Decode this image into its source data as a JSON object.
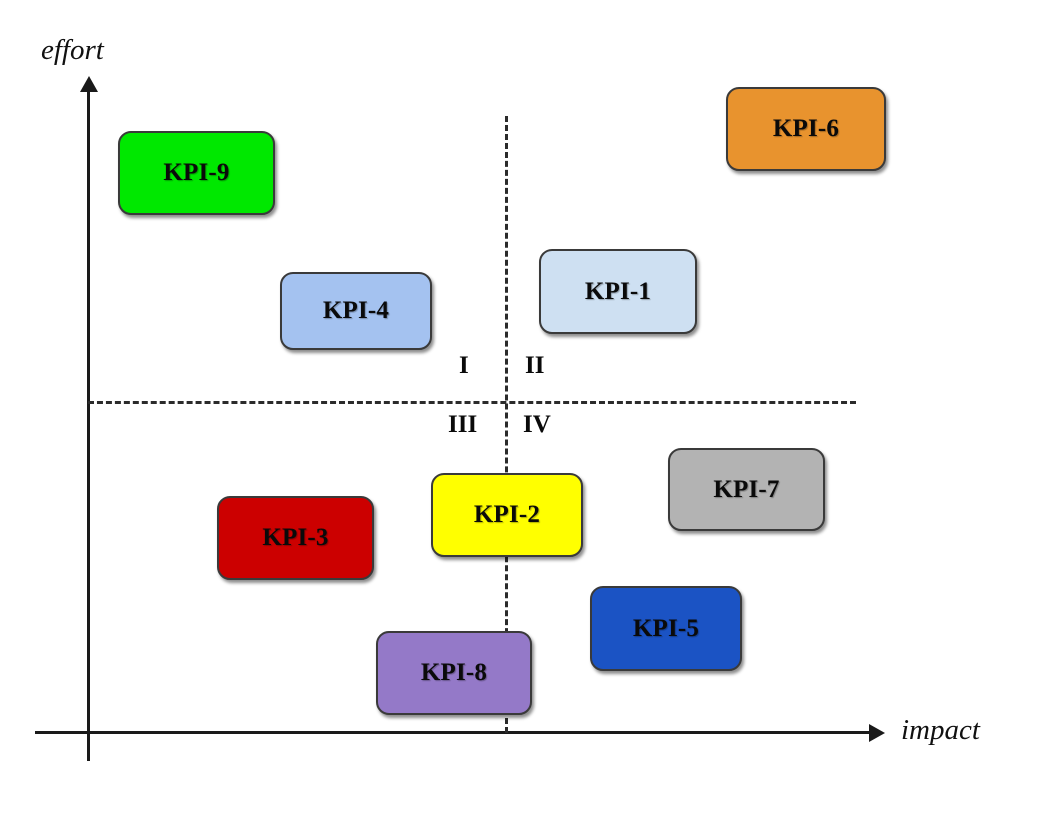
{
  "chart_data": {
    "type": "scatter",
    "title": "",
    "xlabel": "impact",
    "ylabel": "effort",
    "grid": false,
    "legend": "none",
    "axis_style": "arrow-axes with dashed quadrant crosshair",
    "quadrant_divider": {
      "x": "mid",
      "y": "mid"
    },
    "quadrants": [
      {
        "id": "I",
        "label": "I",
        "position": "upper-left"
      },
      {
        "id": "II",
        "label": "II",
        "position": "upper-right"
      },
      {
        "id": "III",
        "label": "III",
        "position": "lower-left"
      },
      {
        "id": "IV",
        "label": "IV",
        "position": "lower-right"
      }
    ],
    "categories": [
      "KPI-1",
      "KPI-2",
      "KPI-3",
      "KPI-4",
      "KPI-5",
      "KPI-6",
      "KPI-7",
      "KPI-8",
      "KPI-9"
    ],
    "points": [
      {
        "label": "KPI-9",
        "impact": "low",
        "effort": "very-high",
        "quadrant": "I",
        "color": "#00e800"
      },
      {
        "label": "KPI-4",
        "impact": "low-mid",
        "effort": "high",
        "quadrant": "I",
        "color": "#a4c2f0"
      },
      {
        "label": "KPI-6",
        "impact": "very-high",
        "effort": "very-high",
        "quadrant": "II",
        "color": "#e8932e"
      },
      {
        "label": "KPI-1",
        "impact": "mid-high",
        "effort": "high",
        "quadrant": "II",
        "color": "#cee0f2"
      },
      {
        "label": "KPI-3",
        "impact": "low",
        "effort": "low-mid",
        "quadrant": "III",
        "color": "#cc0000"
      },
      {
        "label": "KPI-2",
        "impact": "mid",
        "effort": "low-mid",
        "quadrant": "III",
        "color": "#ffff00"
      },
      {
        "label": "KPI-8",
        "impact": "mid",
        "effort": "very-low",
        "quadrant": "III",
        "color": "#9479c8"
      },
      {
        "label": "KPI-7",
        "impact": "high",
        "effort": "low-mid",
        "quadrant": "IV",
        "color": "#b3b3b3"
      },
      {
        "label": "KPI-5",
        "impact": "high",
        "effort": "low",
        "quadrant": "IV",
        "color": "#1b53c4"
      }
    ]
  },
  "axes": {
    "y_title": "effort",
    "x_title": "impact"
  },
  "quadrant_labels": {
    "i": "I",
    "ii": "II",
    "iii": "III",
    "iv": "IV"
  },
  "boxes": {
    "kpi9": {
      "label": "KPI-9"
    },
    "kpi4": {
      "label": "KPI-4"
    },
    "kpi6": {
      "label": "KPI-6"
    },
    "kpi1": {
      "label": "KPI-1"
    },
    "kpi3": {
      "label": "KPI-3"
    },
    "kpi2": {
      "label": "KPI-2"
    },
    "kpi8": {
      "label": "KPI-8"
    },
    "kpi7": {
      "label": "KPI-7"
    },
    "kpi5": {
      "label": "KPI-5"
    }
  },
  "colors": {
    "kpi9": "#00e800",
    "kpi4": "#a4c2f0",
    "kpi6": "#e8932e",
    "kpi1": "#cee0f2",
    "kpi3": "#cc0000",
    "kpi2": "#ffff00",
    "kpi8": "#9479c8",
    "kpi7": "#b3b3b3",
    "kpi5": "#1b53c4",
    "axis": "#1a1a1a",
    "divider": "#2b2b2b",
    "box_border": "#3a3a3a",
    "background": "#ffffff"
  }
}
